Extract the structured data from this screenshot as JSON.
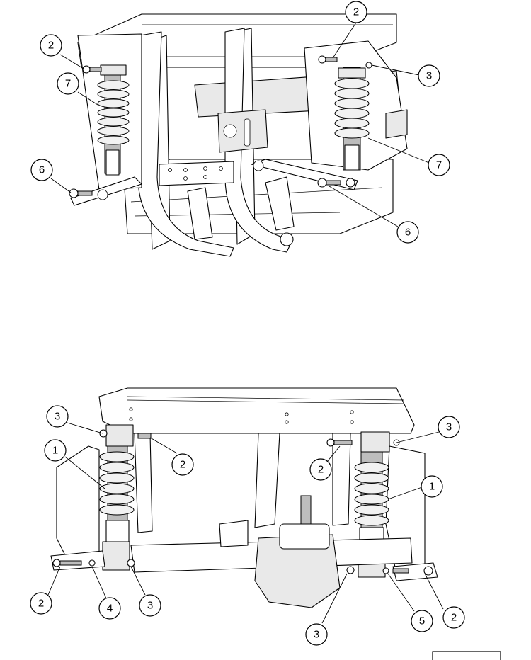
{
  "figure": {
    "colors": {
      "line": "#000000",
      "fill": "#ffffff",
      "shade": "#e9e9e9"
    },
    "top_view_callouts": [
      "2",
      "2",
      "3",
      "7",
      "7",
      "6",
      "6"
    ],
    "bottom_view_callouts": [
      "3",
      "3",
      "1",
      "1",
      "2",
      "2",
      "2",
      "2",
      "4",
      "3",
      "3",
      "5"
    ],
    "reference_box_text": ""
  }
}
